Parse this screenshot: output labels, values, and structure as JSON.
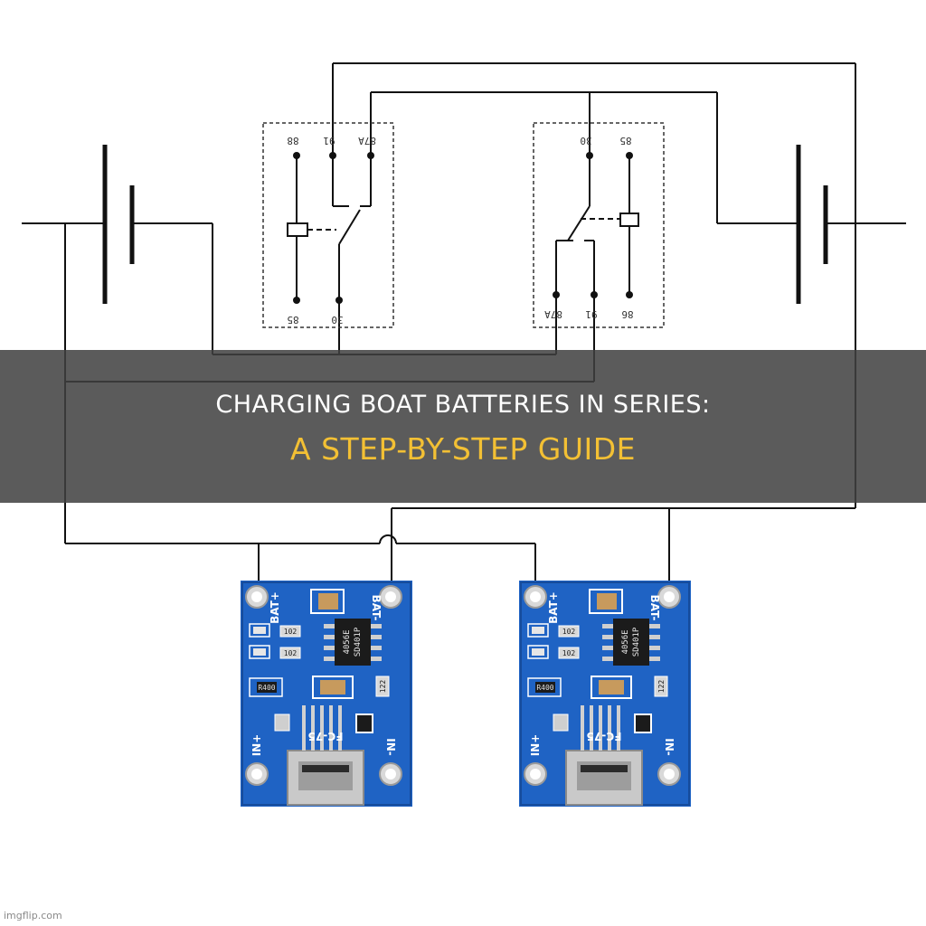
{
  "title": {
    "line1": "CHARGING BOAT BATTERIES IN SERIES:",
    "line2": "A STEP-BY-STEP GUIDE"
  },
  "relay_left": {
    "pin_top_1": "88",
    "pin_top_2": "91",
    "pin_top_3": "87A",
    "pin_bottom_1": "85",
    "pin_bottom_2": "30"
  },
  "relay_right": {
    "pin_top_1": "30",
    "pin_top_2": "85",
    "pin_bottom_1": "87A",
    "pin_bottom_2": "91",
    "pin_bottom_3": "86"
  },
  "board": {
    "bat_plus": "BAT+",
    "bat_minus": "BAT-",
    "in_plus": "IN+",
    "in_minus": "IN-",
    "chip_line1": "4056E",
    "chip_line2": "SD401P",
    "connector": "FC-75",
    "resistor_1": "102",
    "resistor_2": "102",
    "resistor_3": "R400",
    "resistor_4": "122"
  },
  "watermark": "imgflip.com",
  "colors": {
    "pcb": "#1f63c4",
    "banner": "#404040",
    "title_line2": "#f3c034"
  }
}
